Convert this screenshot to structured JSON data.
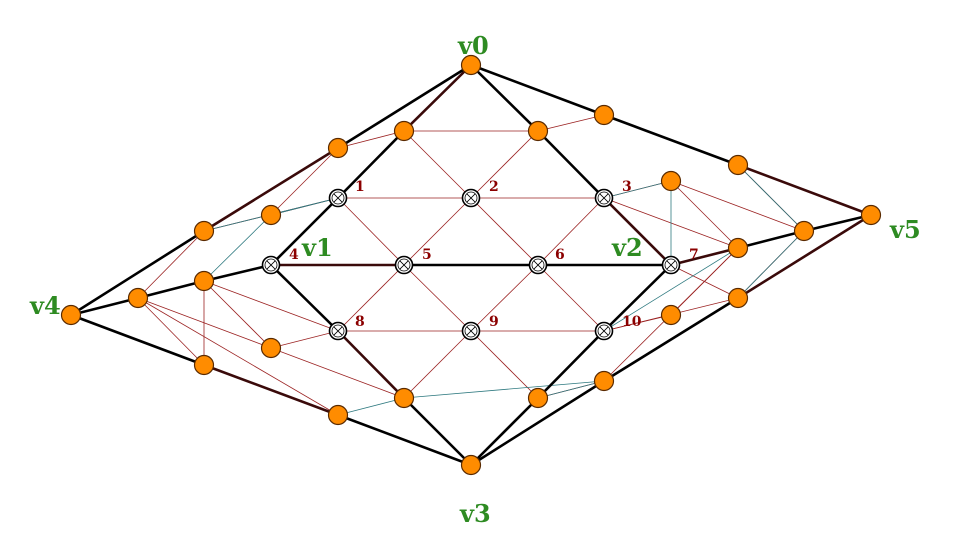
{
  "colors": {
    "thick_edge": "#000000",
    "thick_edge_alt": "#3a0a0a",
    "thin_red": "#9b2222",
    "thin_teal": "#2f7a80",
    "node_fill": "#ff8c00",
    "node_stroke": "#5a2a00",
    "hollow_stroke": "#000000",
    "vertex_label": "#2e8b22",
    "number_label": "#8b0000"
  },
  "vertex_labels": {
    "v0": "v0",
    "v1": "v1",
    "v2": "v2",
    "v3": "v3",
    "v4": "v4",
    "v5": "v5"
  },
  "number_labels": {
    "n1": "1",
    "n2": "2",
    "n3": "3",
    "n4": "4",
    "n5": "5",
    "n6": "6",
    "n7": "7",
    "n8": "8",
    "n9": "9",
    "n10": "10"
  }
}
